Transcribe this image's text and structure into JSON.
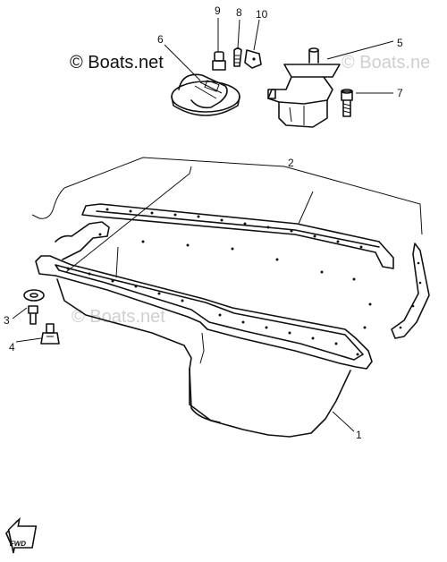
{
  "watermarks": {
    "main": "© Boats.net",
    "faint_top_right": "© Boats.ne",
    "faint_middle": "© Boats.net"
  },
  "callouts": {
    "c1": "1",
    "c2": "2",
    "c3": "3",
    "c4": "4",
    "c5": "5",
    "c6": "6",
    "c7": "7",
    "c8": "8",
    "c9": "9",
    "c10": "10"
  },
  "badge": {
    "text": "FWD"
  }
}
